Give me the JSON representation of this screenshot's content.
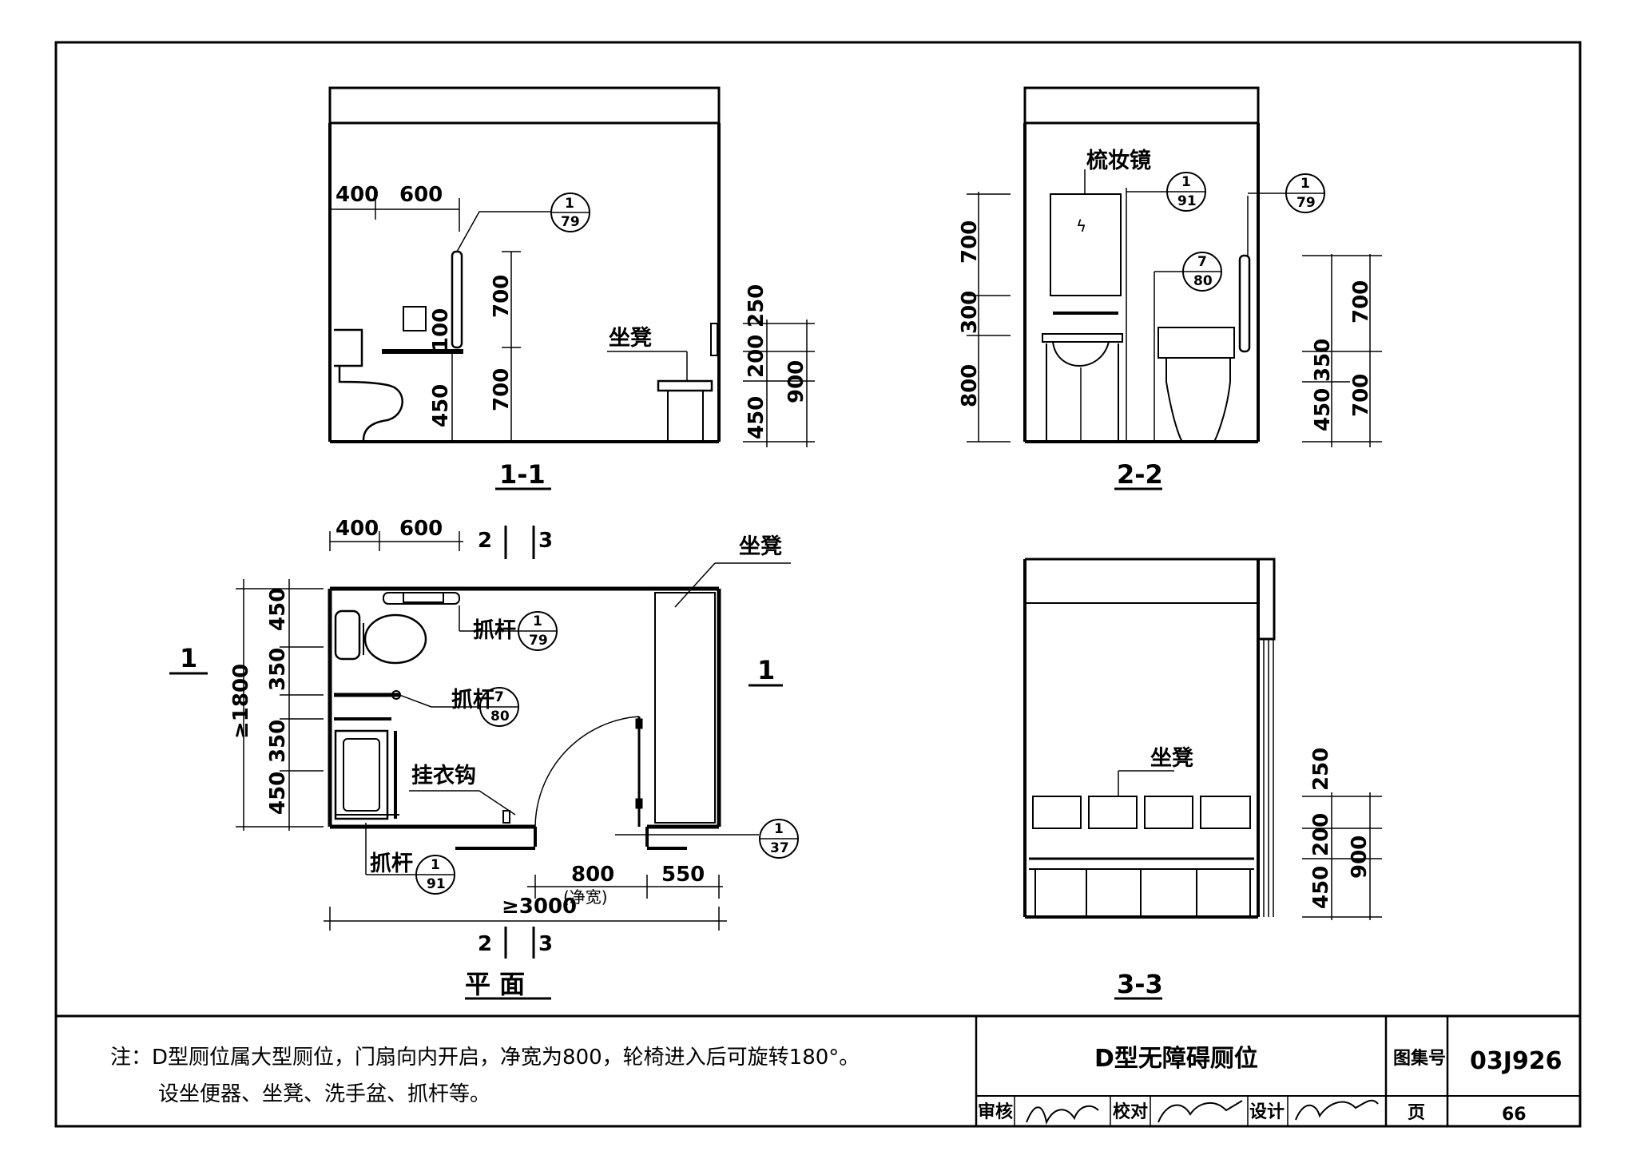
{
  "views": {
    "s11": {
      "title": "1-1",
      "dims_top": [
        "400",
        "600"
      ],
      "dims_mid": [
        "700",
        "700"
      ],
      "dim_400_100": [
        "450",
        "100"
      ],
      "dims_right": [
        "250",
        "200",
        "450"
      ],
      "dim_total": "900",
      "stool_label": "坐凳",
      "ref": {
        "num": "1",
        "den": "79"
      }
    },
    "s22": {
      "title": "2-2",
      "mirror_label": "梳妆镜",
      "dims_left": [
        "700",
        "300",
        "800"
      ],
      "dims_right": [
        "700",
        "350",
        "450",
        "700"
      ],
      "refs": [
        {
          "num": "1",
          "den": "91"
        },
        {
          "num": "1",
          "den": "79"
        },
        {
          "num": "7",
          "den": "80"
        }
      ]
    },
    "s33": {
      "title": "3-3",
      "stool_label": "坐凳",
      "dims": [
        "250",
        "200",
        "450"
      ],
      "dim_total": "900"
    },
    "plan": {
      "title": "平 面",
      "dims_top": [
        "400",
        "600"
      ],
      "dims_left": [
        "450",
        "350",
        "350",
        "450"
      ],
      "dim_total_left": "≥1800",
      "dim_door": "800",
      "dim_door_note": "(净宽)",
      "dim_right": "550",
      "dim_total_bottom": "≥3000",
      "section_marks": [
        "1",
        "1",
        "2",
        "3",
        "2",
        "3"
      ],
      "stool_label": "坐凳",
      "grab_bar": "抓杆",
      "hook_label": "挂衣钩",
      "refs": [
        {
          "num": "1",
          "den": "79"
        },
        {
          "num": "7",
          "den": "80"
        },
        {
          "num": "1",
          "den": "91"
        },
        {
          "num": "1",
          "den": "37"
        }
      ]
    }
  },
  "note": {
    "line1": "注：D型厕位属大型厕位，门扇向内开启，净宽为800，轮椅进入后可旋转180°。",
    "line2": "设坐便器、坐凳、洗手盆、抓杆等。"
  },
  "titleblock": {
    "title": "D型无障碍厕位",
    "atlas_label": "图集号",
    "atlas_no": "03J926",
    "page_label": "页",
    "page_no": "66",
    "review_label": "审核",
    "check_label": "校对",
    "design_label": "设计"
  }
}
